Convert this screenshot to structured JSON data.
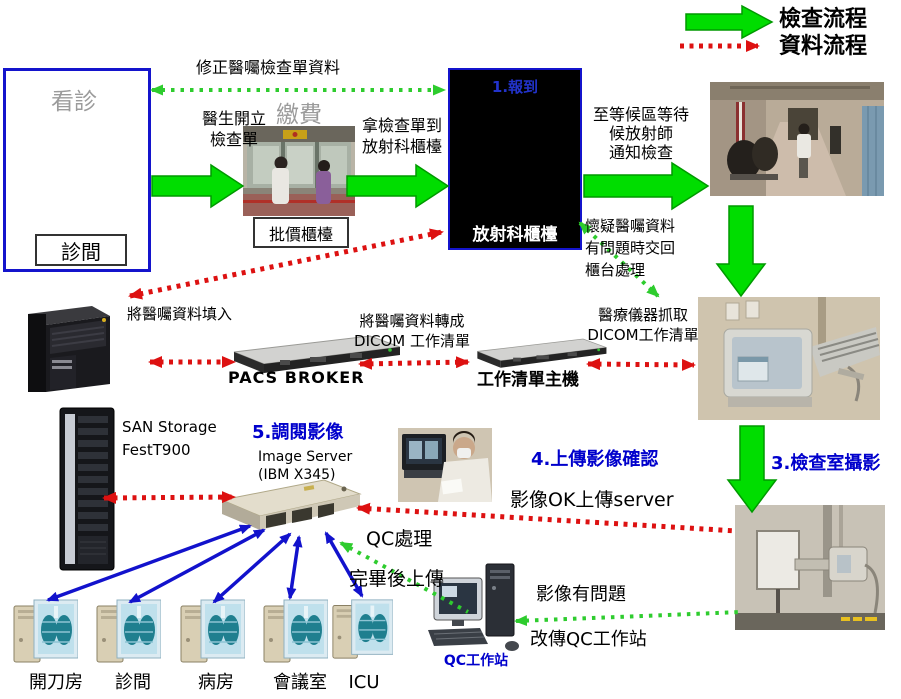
{
  "legend": {
    "exam": "檢查流程",
    "data": "資料流程"
  },
  "clinic": {
    "caption": "看診",
    "label": "診間"
  },
  "billing": {
    "caption": "繳費",
    "label": "批價櫃檯"
  },
  "radiology": {
    "step": "1.報到",
    "label": "放射科櫃檯"
  },
  "servers": {
    "pacs_broker": "PACS BROKER",
    "worklist": "工作清單主機",
    "san": [
      "SAN Storage",
      "FestT900"
    ],
    "image_server": {
      "step": "5.調閱影像",
      "name": "Image Server",
      "model": "(IBM X345)"
    },
    "qc": "QC工作站"
  },
  "edge_labels": {
    "fix_order": "修正醫囑檢查單資料",
    "doctor_order": [
      "醫生開立",
      "檢查單"
    ],
    "take_form": [
      "拿檢查單到",
      "放射科櫃檯"
    ],
    "wait_area": [
      "至等候區等待",
      "候放射師",
      "通知檢查"
    ],
    "suspect": [
      "懷疑醫囑資料",
      "有問題時交回",
      "櫃台處理"
    ],
    "fill_data": "將醫囑資料填入",
    "to_dicom": [
      "將醫囑資料轉成",
      "DICOM 工作清單"
    ],
    "fetch_dicom": [
      "醫療儀器抓取",
      "DICOM工作清單"
    ],
    "step3": "3.檢查室攝影",
    "step4": "4.上傳影像確認",
    "img_ok": "影像OK上傳server",
    "qc_process": "QC處理",
    "upload_done": "完畢後上傳",
    "img_problem": "影像有問題",
    "to_qc": "改傳QC工作站"
  },
  "workstations": [
    "開刀房",
    "診間",
    "病房",
    "會議室",
    "ICU"
  ],
  "figures": {
    "green_arrow": "exam-flow-arrow",
    "red_dotted_arrow": "data-flow-arrow",
    "blue_arrow": "distribution-link-arrow"
  },
  "colors": {
    "flow_green": "#00dd00",
    "data_red": "#dd1111",
    "link_blue": "#1212cc",
    "accent_blue": "#0000cc"
  }
}
